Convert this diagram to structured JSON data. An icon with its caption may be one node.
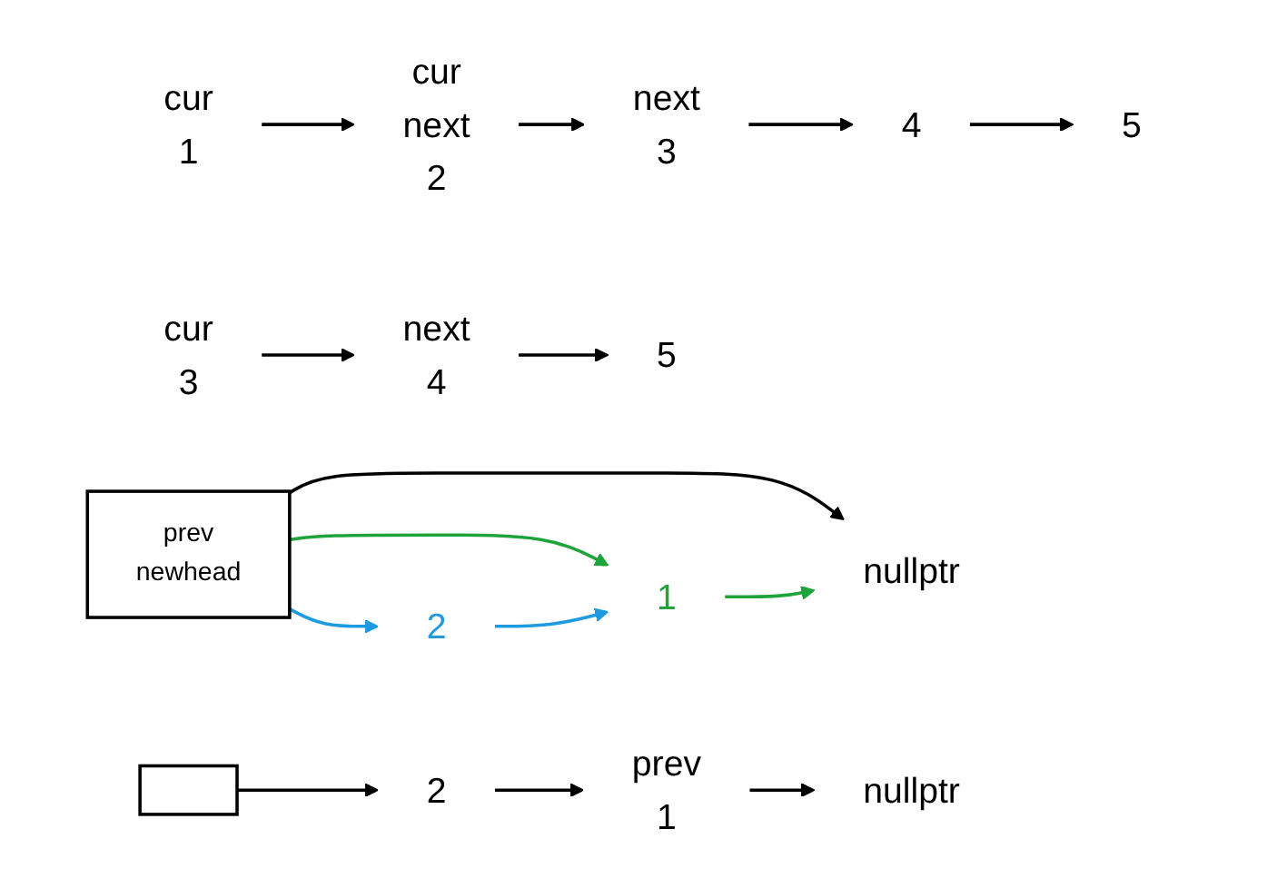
{
  "diagram": {
    "nodes": [
      {
        "text": [
          "1"
        ],
        "beside": [
          "cur"
        ]
      },
      {
        "text": [
          "2"
        ],
        "beside": [
          "cur",
          "next"
        ]
      },
      {
        "text": [
          "3"
        ],
        "beside": [
          "next"
        ]
      },
      {
        "text": [
          "4"
        ]
      },
      {
        "text": [
          "5"
        ]
      },
      {
        "text": [
          "prev",
          "newhead"
        ]
      },
      {
        "text": [
          "nullptr"
        ]
      },
      {
        "text": [
          "1"
        ]
      },
      {
        "text": [
          "2"
        ]
      },
      {
        "text": [
          "3"
        ],
        "beside": [
          "cur"
        ]
      },
      {
        "text": [
          "4"
        ],
        "beside": [
          "next"
        ]
      },
      {
        "text": [
          "5"
        ]
      },
      {
        "text": [],
        "shape": "box"
      },
      {
        "text": [
          "2"
        ]
      },
      {
        "text": [
          "1"
        ],
        "beside": [
          "prev"
        ]
      },
      {
        "text": [
          "nullptr"
        ]
      }
    ],
    "edges": [
      {
        "from": 0,
        "to": 1,
        "arrow": "to"
      },
      {
        "from": 1,
        "to": 2,
        "arrow": "to"
      },
      {
        "from": 2,
        "to": 3,
        "arrow": "to"
      },
      {
        "from": 3,
        "to": 4,
        "arrow": "to"
      },
      {
        "from": 5,
        "to": 6,
        "arrow": "to"
      },
      {
        "from": 5,
        "to": 7,
        "arrow": "to",
        "color": "#1fa33a"
      },
      {
        "from": 7,
        "to": 6,
        "arrow": "to",
        "color": "#1fa33a"
      },
      {
        "from": 5,
        "to": 8,
        "arrow": "to",
        "color": "#1e9be0"
      },
      {
        "from": 8,
        "to": 7,
        "arrow": "to",
        "color": "#1e9be0"
      },
      {
        "from": 9,
        "to": 10,
        "arrow": "to"
      },
      {
        "from": 10,
        "to": 11,
        "arrow": "to"
      },
      {
        "from": 12,
        "to": 13,
        "arrow": "to"
      },
      {
        "from": 13,
        "to": 14,
        "arrow": "to"
      },
      {
        "from": 14,
        "to": 15,
        "arrow": "to"
      }
    ]
  }
}
